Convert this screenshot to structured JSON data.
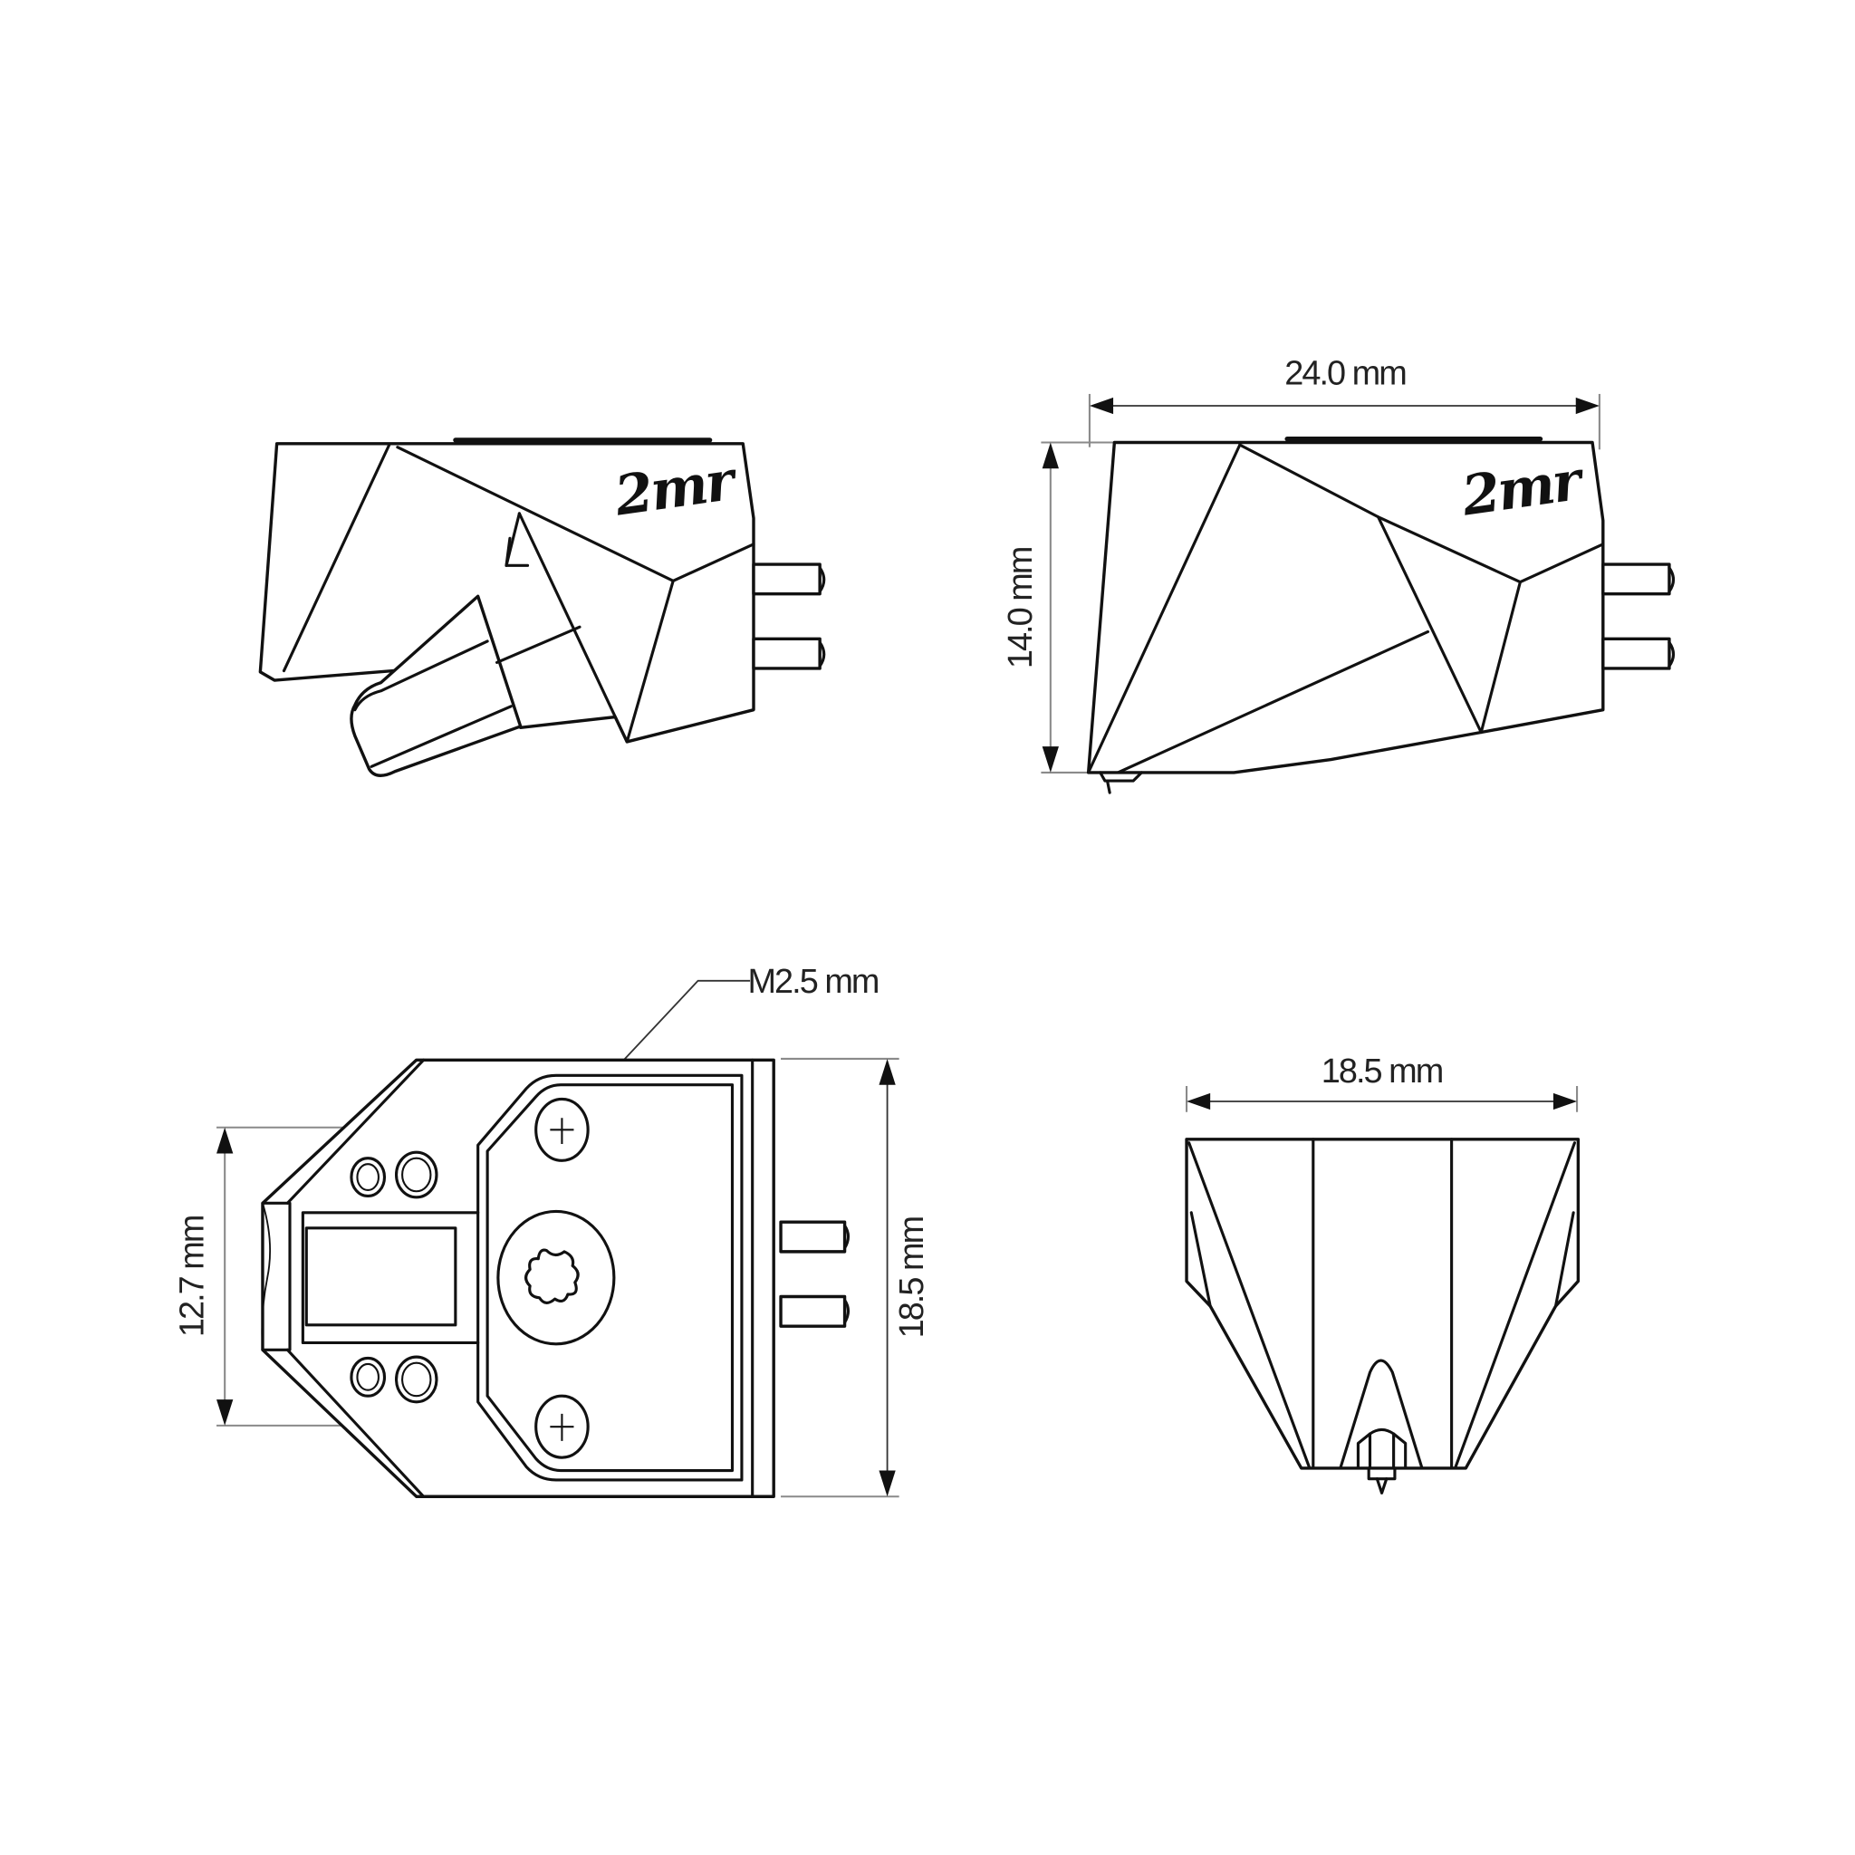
{
  "drawing": {
    "subject": "phono cartridge dimensional drawing",
    "views": [
      {
        "id": "side-view-with-stylus-guard",
        "logo": "2mr"
      },
      {
        "id": "side-view",
        "logo": "2mr"
      },
      {
        "id": "top-view"
      },
      {
        "id": "front-view"
      }
    ]
  },
  "dimensions": {
    "side_length": "24.0 mm",
    "side_height": "14.0 mm",
    "mount_screw": "M2.5 mm",
    "mount_hole_spacing": "12.7 mm",
    "top_depth": "18.5 mm",
    "front_width": "18.5 mm"
  },
  "logos": {
    "side_left": "2mr",
    "side_right": "2mr"
  },
  "colors": {
    "line": "#111111",
    "dimension_line": "#8a8a8a",
    "background": "#ffffff"
  }
}
